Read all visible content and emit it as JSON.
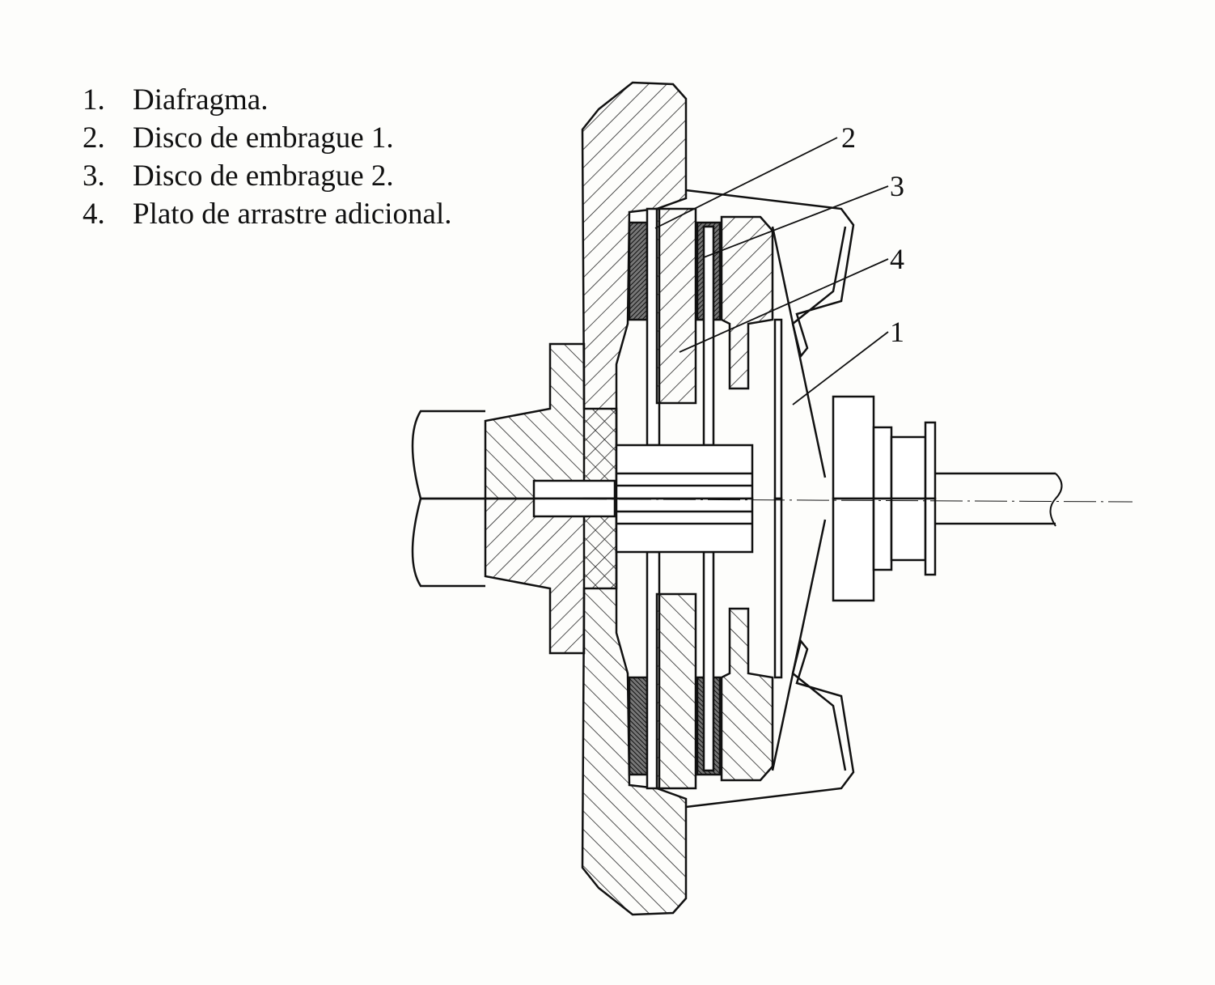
{
  "legend": [
    {
      "number": "1.",
      "text": "Diafragma."
    },
    {
      "number": "2.",
      "text": "Disco de embrague 1."
    },
    {
      "number": "3.",
      "text": "Disco de embrague 2."
    },
    {
      "number": "4.",
      "text": "Plato de arrastre adicional."
    }
  ],
  "callouts": {
    "c2": "2",
    "c3": "3",
    "c4": "4",
    "c1": "1"
  }
}
